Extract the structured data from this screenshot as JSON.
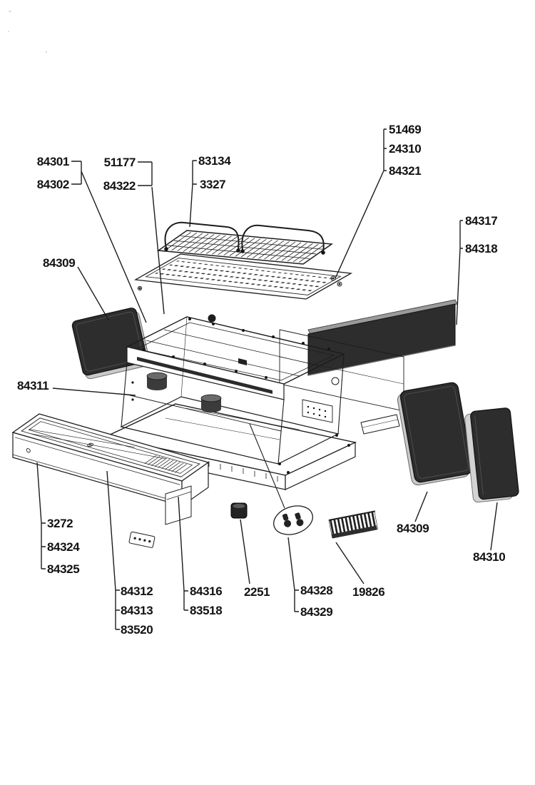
{
  "document": {
    "type": "exploded-parts-diagram",
    "description": "appliance exploded view with part number callouts"
  },
  "colors": {
    "ink": "#1c1c1c",
    "panel": "#2d2d2d",
    "panel_edge": "#c9c9c9",
    "paper": "#ffffff"
  },
  "labels": {
    "p84301": "84301",
    "p84302": "84302",
    "p51177": "51177",
    "p84322": "84322",
    "p83134": "83134",
    "p3327": "3327",
    "p51469": "51469",
    "p24310": "24310",
    "p84321": "84321",
    "p84317": "84317",
    "p84318": "84318",
    "p84309_left": "84309",
    "p84311": "84311",
    "p3272": "3272",
    "p84324": "84324",
    "p84325": "84325",
    "p84312": "84312",
    "p84313": "84313",
    "p83520": "83520",
    "p84316": "84316",
    "p83518": "83518",
    "p2251": "2251",
    "p84328": "84328",
    "p84329": "84329",
    "p19826": "19826",
    "p84309_right": "84309",
    "p84310": "84310"
  }
}
